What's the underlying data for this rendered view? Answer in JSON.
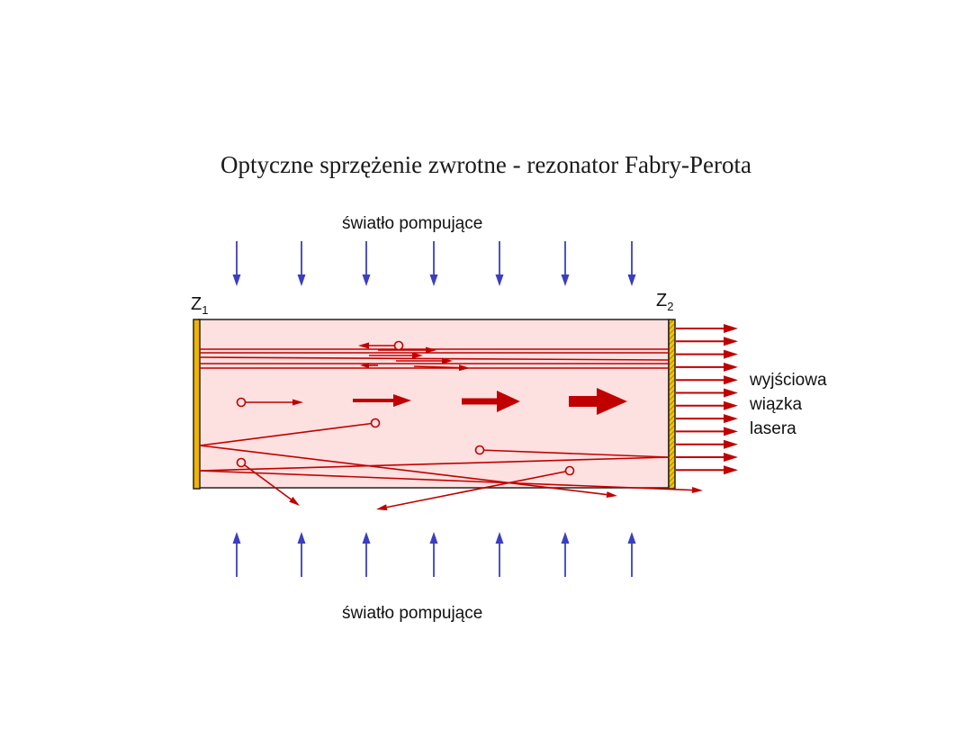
{
  "title": "Optyczne sprzężenie zwrotne - rezonator Fabry-Perota",
  "pump_label_top": "światło pompujące",
  "pump_label_bottom": "światło pompujące",
  "mirror1": {
    "letter": "Z",
    "index": "1"
  },
  "mirror2": {
    "letter": "Z",
    "index": "2"
  },
  "output_lines": [
    "wyjściowa",
    "wiązka",
    "lasera"
  ],
  "colors": {
    "pump_arrow": "#3a3fbf",
    "laser": "#c00000",
    "medium_fill": "#fde0e0",
    "mirror_full": "#f0b400",
    "mirror_partial": "#e8b400"
  }
}
